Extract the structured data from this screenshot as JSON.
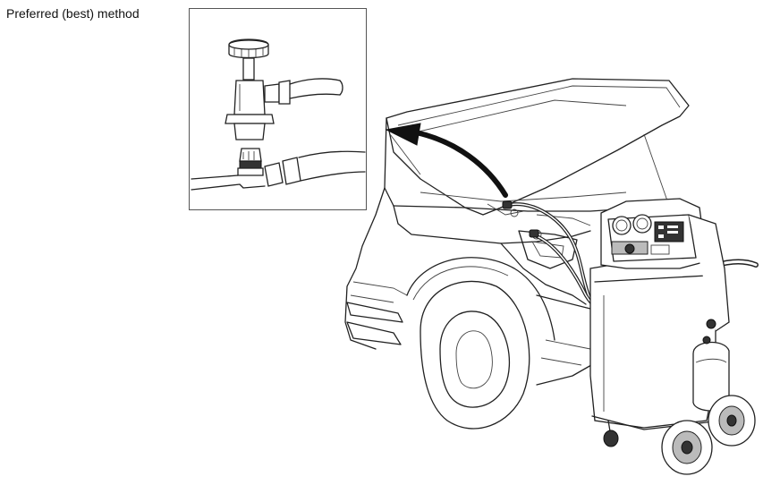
{
  "caption": "Preferred (best) method",
  "icons": {
    "inset": "service-port-coupler-closeup",
    "arrow": "curved-arrow-icon",
    "vehicle": "pickup-truck-front",
    "machine": "ac-recovery-recharge-machine"
  }
}
